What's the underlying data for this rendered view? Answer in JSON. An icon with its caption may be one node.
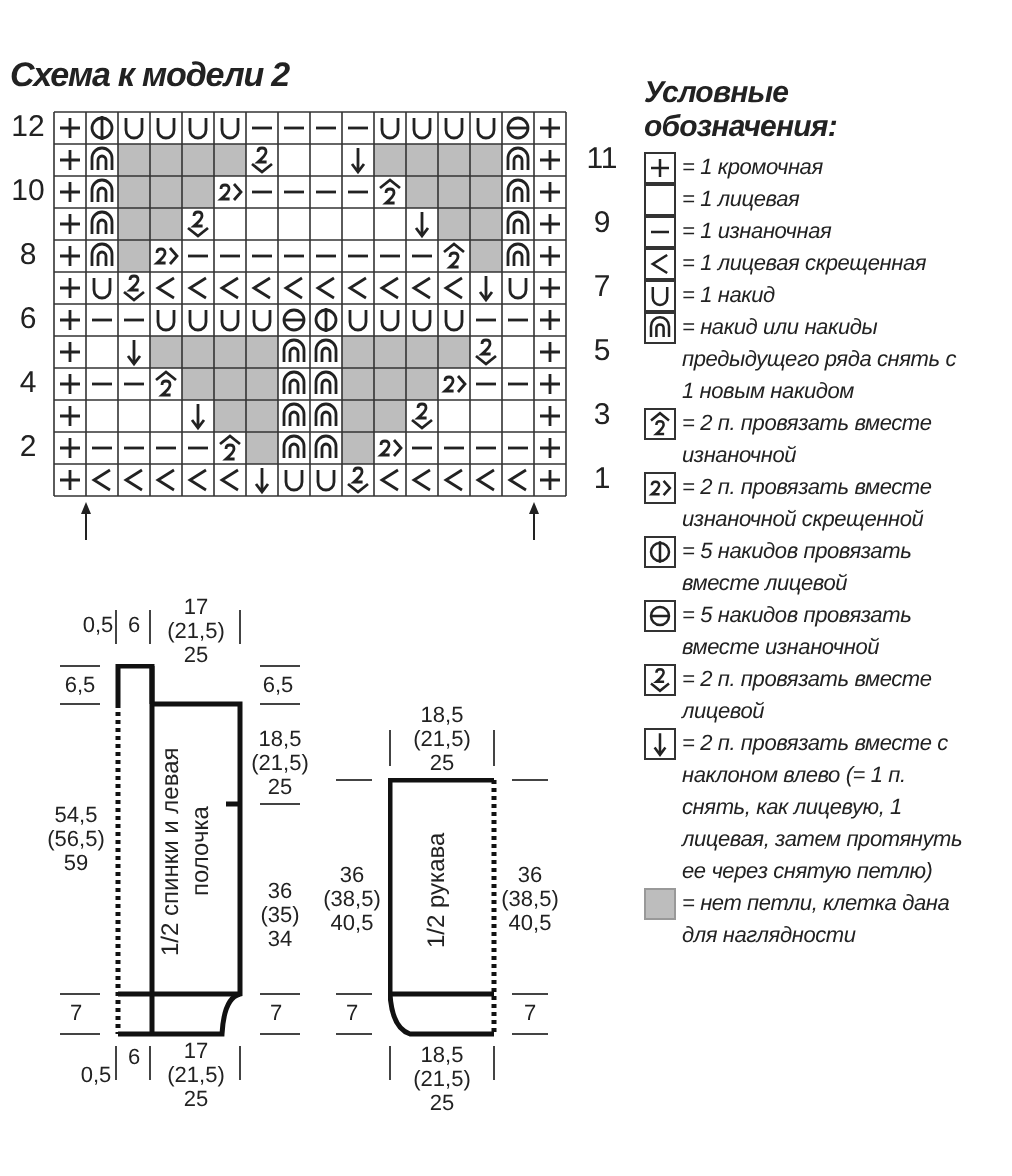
{
  "diagram": {
    "title": "Схема к модели 2",
    "nodes": [
      {
        "text": [
          "1/2 спинки и левая полочка"
        ]
      },
      {
        "text": [
          "1/2 рукава"
        ]
      }
    ],
    "labels": [
      "12",
      "11",
      "10",
      "9",
      "8",
      "7",
      "6",
      "5",
      "4",
      "3",
      "2",
      "1",
      "Условные обозначения:",
      "0,5",
      "6",
      "17 (21,5) 25",
      "6,5",
      "6,5",
      "18,5 (21,5) 25",
      "18,5 (21,5) 25",
      "54,5 (56,5) 59",
      "36 (35) 34",
      "36 (38,5) 40,5",
      "36 (38,5) 40,5",
      "7",
      "7",
      "7",
      "7",
      "0,5",
      "6",
      "17 (21,5) 25",
      "18,5 (21,5) 25"
    ],
    "legend": [
      {
        "text": "= 1 кромочная"
      },
      {
        "text": "= 1 лицевая"
      },
      {
        "text": "= 1 изнаночная"
      },
      {
        "text": "= 1 лицевая скрещенная"
      },
      {
        "text": "= 1 накид"
      },
      {
        "text": "= накид или накиды предыдущего ряда снять с 1 новым накидом"
      },
      {
        "text": "= 2 п. провязать вместе изнаночной"
      },
      {
        "text": "= 2 п. провязать вместе изнаночной скрещенной"
      },
      {
        "text": "= 5 накидов провязать вместе лицевой"
      },
      {
        "text": "= 5 накидов провязать вместе изнаночной"
      },
      {
        "text": "= 2 п. провязать вместе лицевой"
      },
      {
        "text": "= 2 п. провязать вместе с наклоном влево (= 1 п. снять, как лицевую, 1 лицевая, затем протянуть ее через снятую петлю)"
      },
      {
        "text": "= нет петли, клетка дана для наглядности",
        "color": "#bdbdbd"
      }
    ]
  }
}
